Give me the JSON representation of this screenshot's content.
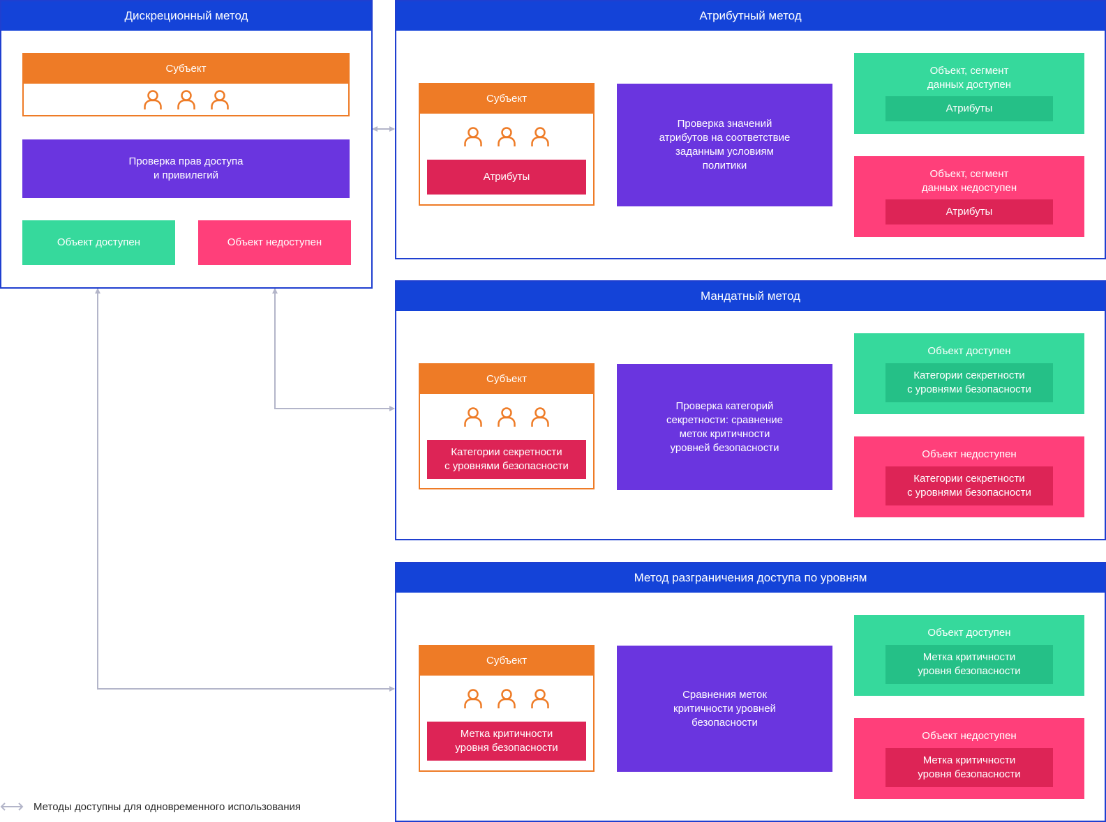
{
  "colors": {
    "panel_header": "#1443d8",
    "subject": "#ee7b26",
    "check": "#6a35df",
    "available": "#36d99c",
    "unavailable": "#ff3f7a",
    "connector": "#b3b5c9"
  },
  "icons": [
    "user-icon",
    "double-arrow-icon",
    "arrow-down-icon",
    "arrow-right-icon"
  ],
  "discretionary": {
    "title": "Дискреционный метод",
    "subject_label": "Субъект",
    "check_label": "Проверка прав доступа\nи привилегий",
    "allowed_label": "Объект доступен",
    "denied_label": "Объект недоступен"
  },
  "attribute": {
    "title": "Атрибутный метод",
    "subject_label": "Субъект",
    "subject_attr": "Атрибуты",
    "check_label": "Проверка значений\nатрибутов на соответствие\nзаданным условиям\nполитики",
    "allowed_title": "Объект, сегмент\nданных доступен",
    "allowed_attr": "Атрибуты",
    "denied_title": "Объект, сегмент\nданных недоступен",
    "denied_attr": "Атрибуты"
  },
  "mandatory": {
    "title": "Мандатный метод",
    "subject_label": "Субъект",
    "subject_attr": "Категории секретности\nс уровнями безопасности",
    "check_label": "Проверка категорий\nсекретности: сравнение\nметок критичности\nуровней безопасности",
    "allowed_title": "Объект доступен",
    "allowed_attr": "Категории секретности\nс уровнями безопасности",
    "denied_title": "Объект недоступен",
    "denied_attr": "Категории секретности\nс уровнями безопасности"
  },
  "level": {
    "title": "Метод разграничения доступа по уровням",
    "subject_label": "Субъект",
    "subject_attr": "Метка критичности\nуровня безопасности",
    "check_label": "Сравнения меток\nкритичности уровней\nбезопасности",
    "allowed_title": "Объект доступен",
    "allowed_attr": "Метка критичности\nуровня безопасности",
    "denied_title": "Объект недоступен",
    "denied_attr": "Метка критичности\nуровня безопасности"
  },
  "legend": {
    "text": "Методы доступны для одновременного использования"
  }
}
